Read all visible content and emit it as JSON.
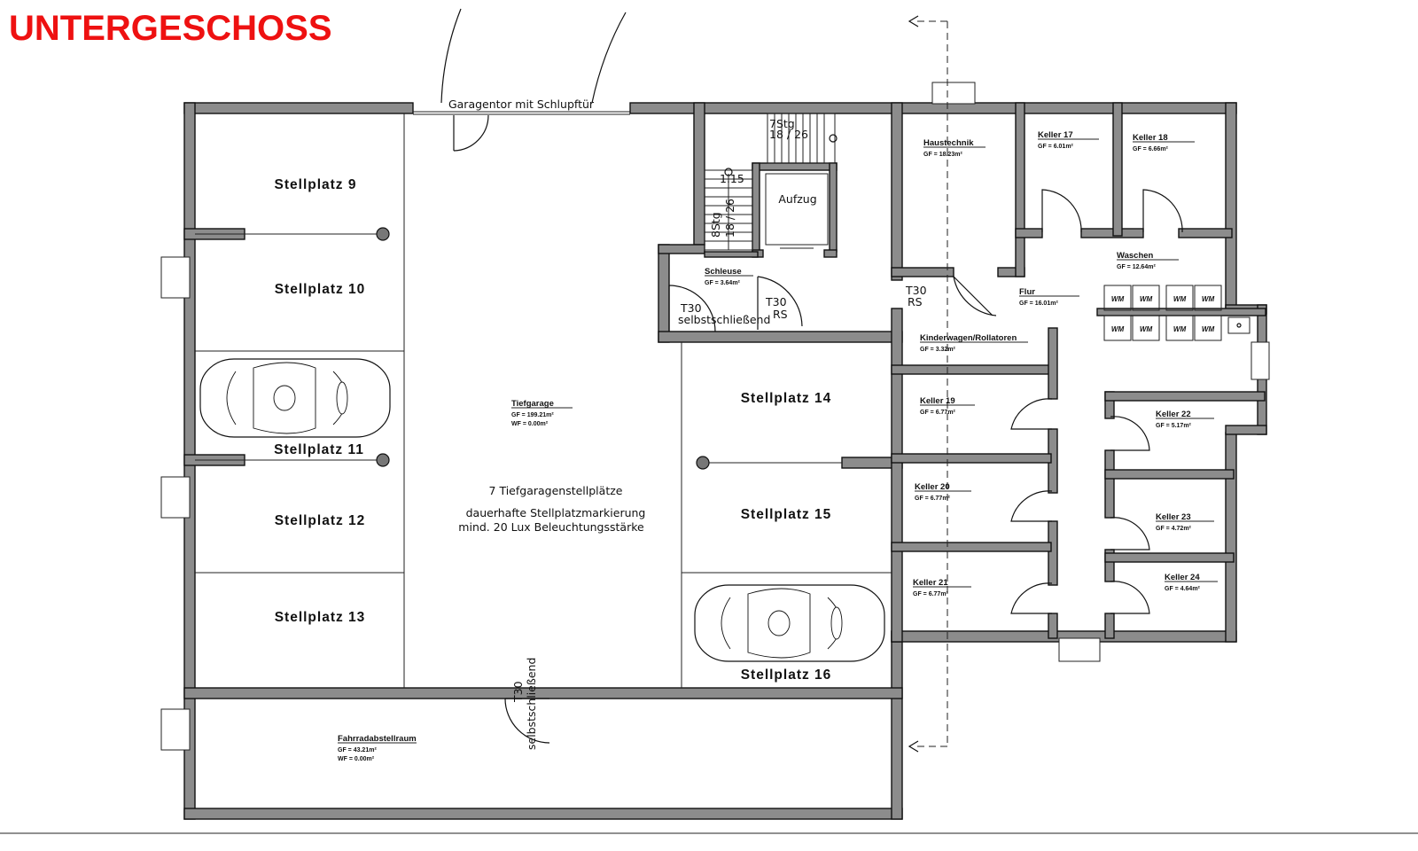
{
  "title": "UNTERGESCHOSS",
  "parking_labels": {
    "s9": "Stellplatz 9",
    "s10": "Stellplatz 10",
    "s11": "Stellplatz 11",
    "s12": "Stellplatz 12",
    "s13": "Stellplatz 13",
    "s14": "Stellplatz 14",
    "s15": "Stellplatz 15",
    "s16": "Stellplatz 16"
  },
  "annotations": {
    "garage_gate": "Garagentor mit Schlupftür",
    "garage_info_line1": "7 Tiefgaragenstellplätze",
    "garage_info_line2": "dauerhafte Stellplatzmarkierung",
    "garage_info_line3": "mind. 20 Lux Beleuchtungsstärke",
    "aufzug": "Aufzug",
    "stair_top": "7Stg",
    "stair_top_dim": "18 / 26",
    "stair_side": "8Stg",
    "stair_side_dim": "18 / 26",
    "stair_mark": "1.15",
    "door_t30_rs_a": "T30",
    "door_t30_rs_a_sub": "RS",
    "door_t30_rs_b": "T30",
    "door_t30_rs_b_sub": "RS",
    "door_t30_self": "T30",
    "door_t30_self_sub": "selbstschließend",
    "door_t30_bike": "T30",
    "door_t30_bike_sub": "selbstschließend",
    "wm_label": "WM"
  },
  "rooms": {
    "tiefgarage": {
      "name": "Tiefgarage",
      "gf": "GF = 199.21m²",
      "wf": "WF = 0.00m²"
    },
    "fahrrad": {
      "name": "Fahrradabstellraum",
      "gf": "GF = 43.21m²",
      "wf": "WF = 0.00m²"
    },
    "schleuse": {
      "name": "Schleuse",
      "gf": "GF = 3.64m²"
    },
    "haustechnik": {
      "name": "Haustechnik",
      "gf": "GF = 18.23m²"
    },
    "keller17": {
      "name": "Keller 17",
      "gf": "GF = 6.01m²"
    },
    "keller18": {
      "name": "Keller 18",
      "gf": "GF = 6.66m²"
    },
    "waschen": {
      "name": "Waschen",
      "gf": "GF = 12.64m²"
    },
    "flur": {
      "name": "Flur",
      "gf": "GF = 16.01m²"
    },
    "kinderwagen": {
      "name": "Kinderwagen/Rollatoren",
      "gf": "GF = 3.32m²"
    },
    "keller19": {
      "name": "Keller 19",
      "gf": "GF = 6.77m²"
    },
    "keller20": {
      "name": "Keller 20",
      "gf": "GF = 6.77m²"
    },
    "keller21": {
      "name": "Keller 21",
      "gf": "GF = 6.77m²"
    },
    "keller22": {
      "name": "Keller 22",
      "gf": "GF = 5.17m²"
    },
    "keller23": {
      "name": "Keller 23",
      "gf": "GF = 4.72m²"
    },
    "keller24": {
      "name": "Keller 24",
      "gf": "GF = 4.64m²"
    }
  }
}
